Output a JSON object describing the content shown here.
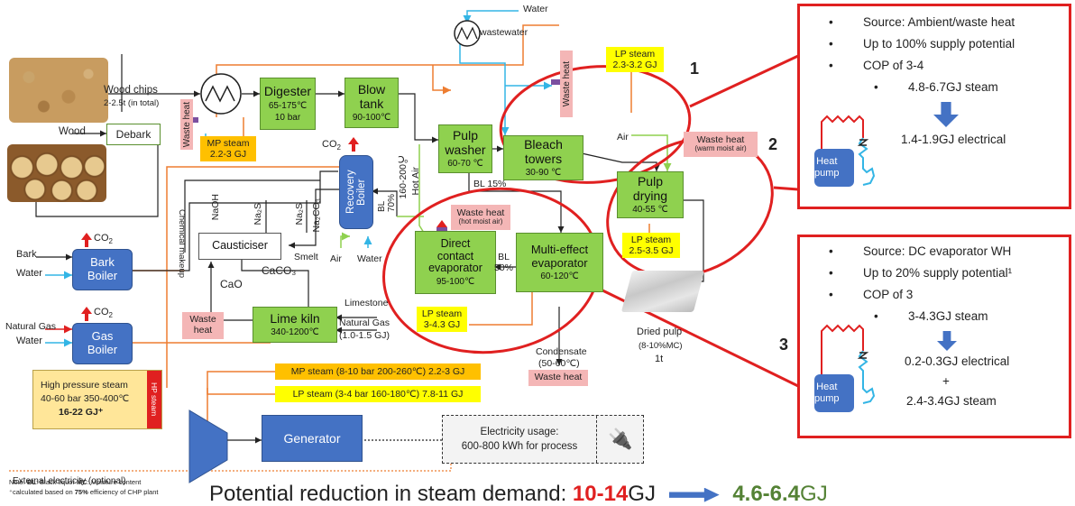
{
  "inputs": {
    "wood_chips": "Wood chips",
    "wood_chips_amount": "2-2.5t (in total)",
    "wood": "Wood",
    "bark": "Bark",
    "water_bark": "Water",
    "natural_gas": "Natural Gas",
    "water_gas": "Water",
    "external_electricity": "External electricity (optional)"
  },
  "units": {
    "debark": "Debark",
    "digester": {
      "title": "Digester",
      "line1": "65-175℃",
      "line2": "10 bar"
    },
    "blow_tank": {
      "title": "Blow\ntank",
      "line1": "90-100℃"
    },
    "pulp_washer": {
      "title": "Pulp\nwasher",
      "line1": "60-70 ℃"
    },
    "bleach_towers": {
      "title": "Bleach\ntowers",
      "line1": "30-90 ℃"
    },
    "pulp_drying": {
      "title": "Pulp\ndrying",
      "line1": "40-55 ℃"
    },
    "recovery_boiler": "Recovery Boiler",
    "causticiser": "Causticiser",
    "lime_kiln": {
      "title": "Lime kiln",
      "line1": "340-1200℃"
    },
    "direct_contact": {
      "title": "Direct\ncontact\nevaporator",
      "line1": "95-100℃"
    },
    "multi_effect": {
      "title": "Multi-effect\nevaporator",
      "line1": "60-120℃"
    },
    "bark_boiler": "Bark\nBoiler",
    "gas_boiler": "Gas\nBoiler",
    "generator": "Generator"
  },
  "labels": {
    "waste_heat": "Waste heat",
    "waste_heat_kiln": "Waste\nheat",
    "waste_heat_moist": "Waste heat",
    "warm_moist_air": "(warm moist air)",
    "hot_moist_air": "(hot moist air)",
    "mp_steam_digester": "MP steam\n2.2-3 GJ",
    "lp_steam_bleach": "LP steam\n2.3-3.2 GJ",
    "lp_steam_drying": "LP steam\n2.5-3.5 GJ",
    "lp_steam_evap": "LP steam\n3-4.3 GJ",
    "water_top": "Water",
    "wastewater": "wastewater",
    "air_bleach": "Air",
    "co2": "CO",
    "co2_sub": "2",
    "naoh": "NaOH",
    "na2s": "Na₂S",
    "na2s_b": "Na₂S",
    "na2co3": "Na₂CO₃",
    "smelt": "Smelt",
    "cao": "CaO",
    "caco3": "CaCO₃",
    "limestone": "Limestone",
    "natural_gas_kiln": "Natural Gas",
    "natural_gas_kiln_amt": "(1.0-1.5 GJ)",
    "hot_air": "Hot Air",
    "hot_air_temp": "160-200℃",
    "bl_70": "BL\n70%",
    "bl_15": "BL 15%",
    "bl_50": "BL\n50%",
    "air_rb": "Air",
    "water_rb": "Water",
    "chemical_makeup": "Chemical makeup",
    "condensate": "Condensate",
    "condensate_temp": "(50-60℃)",
    "dried_pulp": "Dried pulp",
    "dried_pulp_mc": "(8-10%MC)",
    "dried_pulp_amt": "1t"
  },
  "hp_steam": {
    "line1": "High pressure steam",
    "line2": "40-60 bar 350-400℃",
    "line3": "16-22 GJ⁺",
    "tag": "HP steam"
  },
  "mp_steam_bar": "MP steam (8-10 bar 200-260℃) 2.2-3 GJ",
  "lp_steam_bar": "LP steam (3-4 bar 160-180℃) 7.8-11 GJ",
  "electricity": {
    "line1": "Electricity usage:",
    "line2": "600-800 kWh for process"
  },
  "notes": {
    "line1_a": "Note: ",
    "line1_b": "BL",
    "line1_c": ": Black liquor  ",
    "line1_d": "MC",
    "line1_e": ": Moisture content",
    "line2_a": "⁺calculated based on ",
    "line2_b": "75%",
    "line2_c": " efficiency of  CHP plant"
  },
  "panel1": {
    "b1": "Source: Ambient/waste heat",
    "b2": "Up to 100% supply potential",
    "b3": "COP of 3-4",
    "sub": "4.8-6.7GJ steam",
    "out": "1.4-1.9GJ electrical",
    "hp": "Heat\npump"
  },
  "panel3": {
    "b1": "Source: DC evaporator WH",
    "b2": "Up to 20% supply potential¹",
    "b3": "COP of 3",
    "sub": "3-4.3GJ steam",
    "out1": "0.2-0.3GJ electrical",
    "plus": "+",
    "out2": "2.4-3.4GJ steam",
    "hp": "Heat\npump"
  },
  "markers": {
    "m1": "1",
    "m2": "2",
    "m3": "3"
  },
  "bottom": {
    "text": "Potential reduction in steam demand: ",
    "from": "10-14",
    "unit1": "GJ",
    "to": "4.6-6.4",
    "unit2": "GJ"
  },
  "colors": {
    "green": "#8fd14f",
    "yellow": "#ffff00",
    "orange": "#ffc000",
    "pink": "#f4b6b6",
    "red": "#e02020",
    "blue": "#4472c4"
  }
}
